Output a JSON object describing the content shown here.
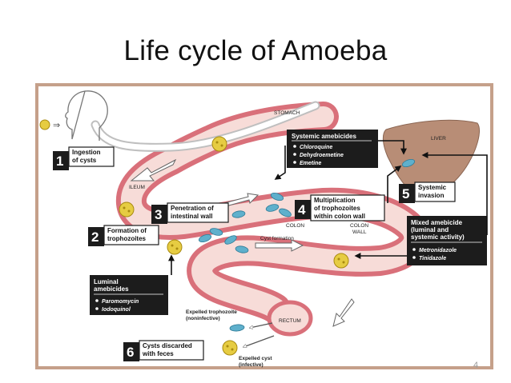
{
  "title": "Life cycle of Amoeba",
  "page_number": "4",
  "colors": {
    "frame": "#c5a08a",
    "intestine_wall": "#d9707a",
    "intestine_lumen": "#f7dcd8",
    "liver": "#b88d76",
    "dark_box": "#1c1c1c",
    "cyst": "#e6cc42",
    "trophozoite": "#5fb0cc"
  },
  "labels": {
    "stomach": "STOMACH",
    "liver": "LIVER",
    "ileum": "ILEUM",
    "colon": "COLON",
    "colon_wall_1": "COLON",
    "colon_wall_2": "WALL",
    "rectum": "RECTUM",
    "cyst_formation": "Cyst formation",
    "expelled_troph_1": "Expelled trophozoite",
    "expelled_troph_2": "(noninfective)",
    "expelled_cyst_1": "Expelled cyst",
    "expelled_cyst_2": "(infective)"
  },
  "steps": [
    {
      "num": "1",
      "line1": "Ingestion",
      "line2": "of cysts"
    },
    {
      "num": "2",
      "line1": "Formation of",
      "line2": "trophozoites"
    },
    {
      "num": "3",
      "line1": "Penetration of",
      "line2": "intestinal wall"
    },
    {
      "num": "4",
      "line1": "Multiplication",
      "line2": "of trophozoites",
      "line3": "within colon wall"
    },
    {
      "num": "5",
      "line1": "Systemic",
      "line2": "invasion"
    },
    {
      "num": "6",
      "line1": "Cysts discarded",
      "line2": "with feces"
    }
  ],
  "drug_boxes": {
    "systemic": {
      "heading": "Systemic amebicides",
      "drugs": [
        "Chloroquine",
        "Dehydroemetine",
        "Emetine"
      ]
    },
    "mixed": {
      "heading_1": "Mixed amebicide",
      "heading_2": "(luminal and",
      "heading_3": "systemic activity)",
      "drugs": [
        "Metronidazole",
        "Tinidazole"
      ]
    },
    "luminal": {
      "heading_1": "Luminal",
      "heading_2": "amebicides",
      "drugs": [
        "Paromomycin",
        "Iodoquinol"
      ]
    }
  },
  "icons": [
    "human-head-icon",
    "cyst-icon",
    "trophozoite-icon",
    "arrow-icon",
    "liver-icon"
  ]
}
